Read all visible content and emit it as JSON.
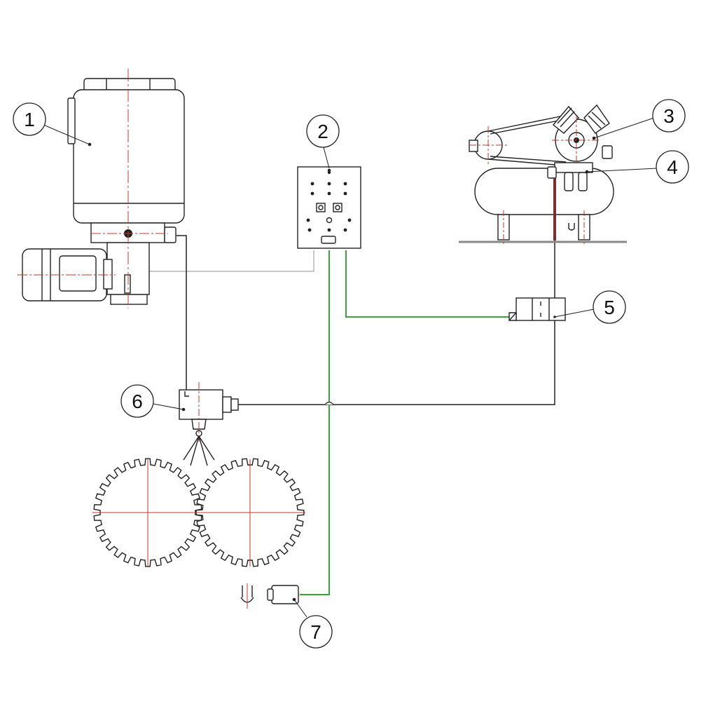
{
  "callouts": [
    {
      "id": "callout-1",
      "label": "1"
    },
    {
      "id": "callout-2",
      "label": "2"
    },
    {
      "id": "callout-3",
      "label": "3"
    },
    {
      "id": "callout-4",
      "label": "4"
    },
    {
      "id": "callout-5",
      "label": "5"
    },
    {
      "id": "callout-6",
      "label": "6"
    },
    {
      "id": "callout-7",
      "label": "7"
    }
  ],
  "colors": {
    "line": "#222222",
    "signal_cable": "#3aa635",
    "power_cable": "#b5b5b5",
    "centerline": "#c0392b",
    "air_pipe": "#7a2f2f"
  }
}
